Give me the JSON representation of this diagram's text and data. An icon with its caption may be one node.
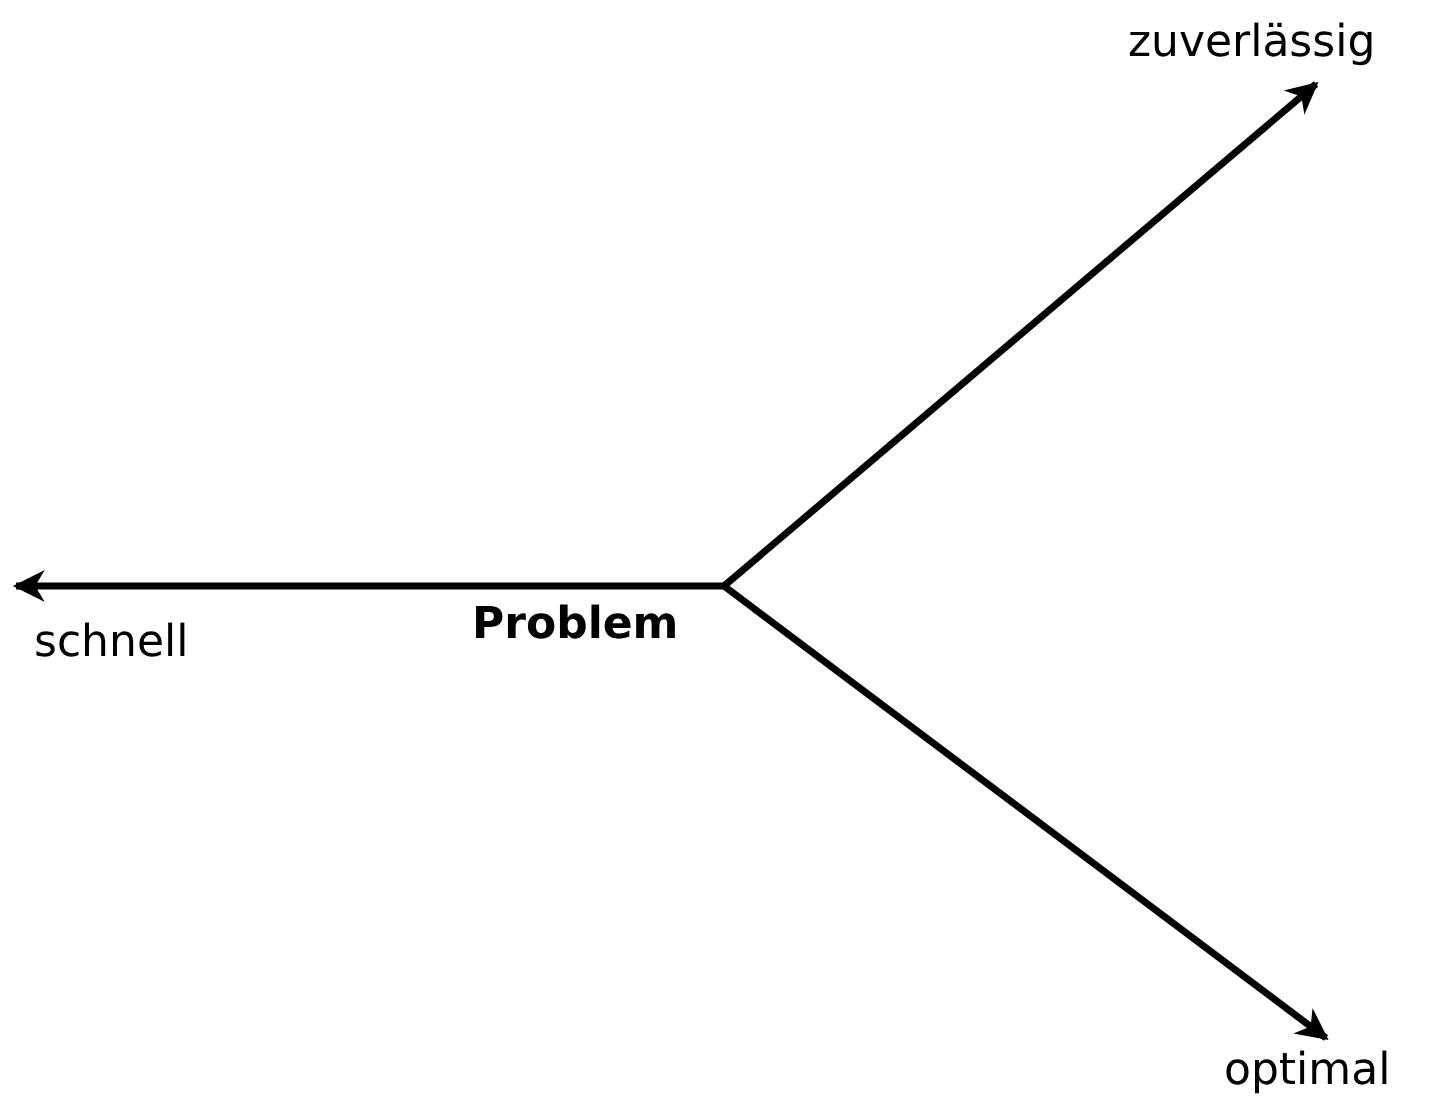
{
  "diagram": {
    "nodes": [
      {
        "text": [
          "Problem"
        ]
      },
      {
        "text": [
          "schnell"
        ]
      },
      {
        "text": [
          "zuverlässig"
        ]
      },
      {
        "text": [
          "optimal"
        ]
      }
    ],
    "edges": [
      {
        "from": 0,
        "to": 1,
        "arrow": "to"
      },
      {
        "from": 0,
        "to": 2,
        "arrow": "to"
      },
      {
        "from": 0,
        "to": 3,
        "arrow": "to"
      }
    ]
  }
}
